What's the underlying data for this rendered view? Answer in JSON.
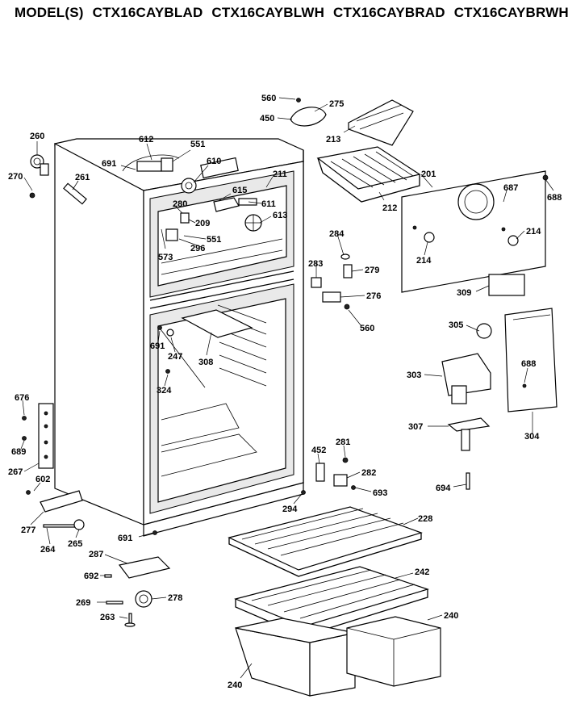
{
  "header": {
    "prefix": "MODEL(S)",
    "models": [
      "CTX16CAYBLAD",
      "CTX16CAYBLWH",
      "CTX16CAYBRAD",
      "CTX16CAYBRWH"
    ]
  },
  "labels": {
    "l560a": "560",
    "l275": "275",
    "l450": "450",
    "l213": "213",
    "l260": "260",
    "l270": "270",
    "l261": "261",
    "l612": "612",
    "l551a": "551",
    "l691a": "691",
    "l610": "610",
    "l211": "211",
    "l615": "615",
    "l611": "611",
    "l280": "280",
    "l209": "209",
    "l613": "613",
    "l551b": "551",
    "l573": "573",
    "l296": "296",
    "l212": "212",
    "l201": "201",
    "l687": "687",
    "l688a": "688",
    "l214a": "214",
    "l214b": "214",
    "l284": "284",
    "l283": "283",
    "l279": "279",
    "l276": "276",
    "l560b": "560",
    "l309": "309",
    "l305": "305",
    "l691b": "691",
    "l247": "247",
    "l308": "308",
    "l324": "324",
    "l303": "303",
    "l688b": "688",
    "l676": "676",
    "l689": "689",
    "l267": "267",
    "l602": "602",
    "l307": "307",
    "l304": "304",
    "l452": "452",
    "l281": "281",
    "l282": "282",
    "l693": "693",
    "l694": "694",
    "l294": "294",
    "l228": "228",
    "l277": "277",
    "l264": "264",
    "l265": "265",
    "l691c": "691",
    "l287": "287",
    "l692": "692",
    "l269": "269",
    "l278": "278",
    "l263": "263",
    "l242": "242",
    "l240a": "240",
    "l240b": "240"
  }
}
